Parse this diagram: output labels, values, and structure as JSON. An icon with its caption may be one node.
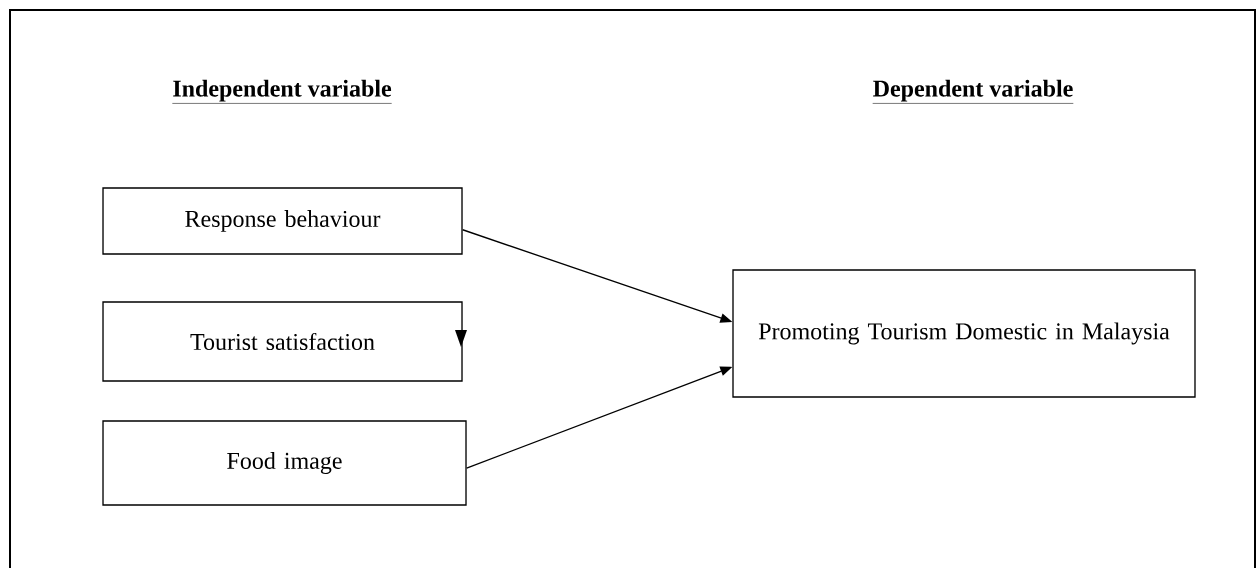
{
  "diagram": {
    "nodes": [
      {
        "text": [
          "Response behaviour"
        ]
      },
      {
        "text": [
          "Tourist satisfaction"
        ]
      },
      {
        "text": [
          "Food image"
        ]
      },
      {
        "text": [
          "Promoting Tourism Domestic in Malaysia"
        ]
      }
    ],
    "edges": [
      {
        "from": 0,
        "to": 3,
        "arrow": "to"
      },
      {
        "from": 2,
        "to": 3,
        "arrow": "to"
      }
    ],
    "labels": [
      "Independent variable",
      "Dependent variable"
    ]
  }
}
